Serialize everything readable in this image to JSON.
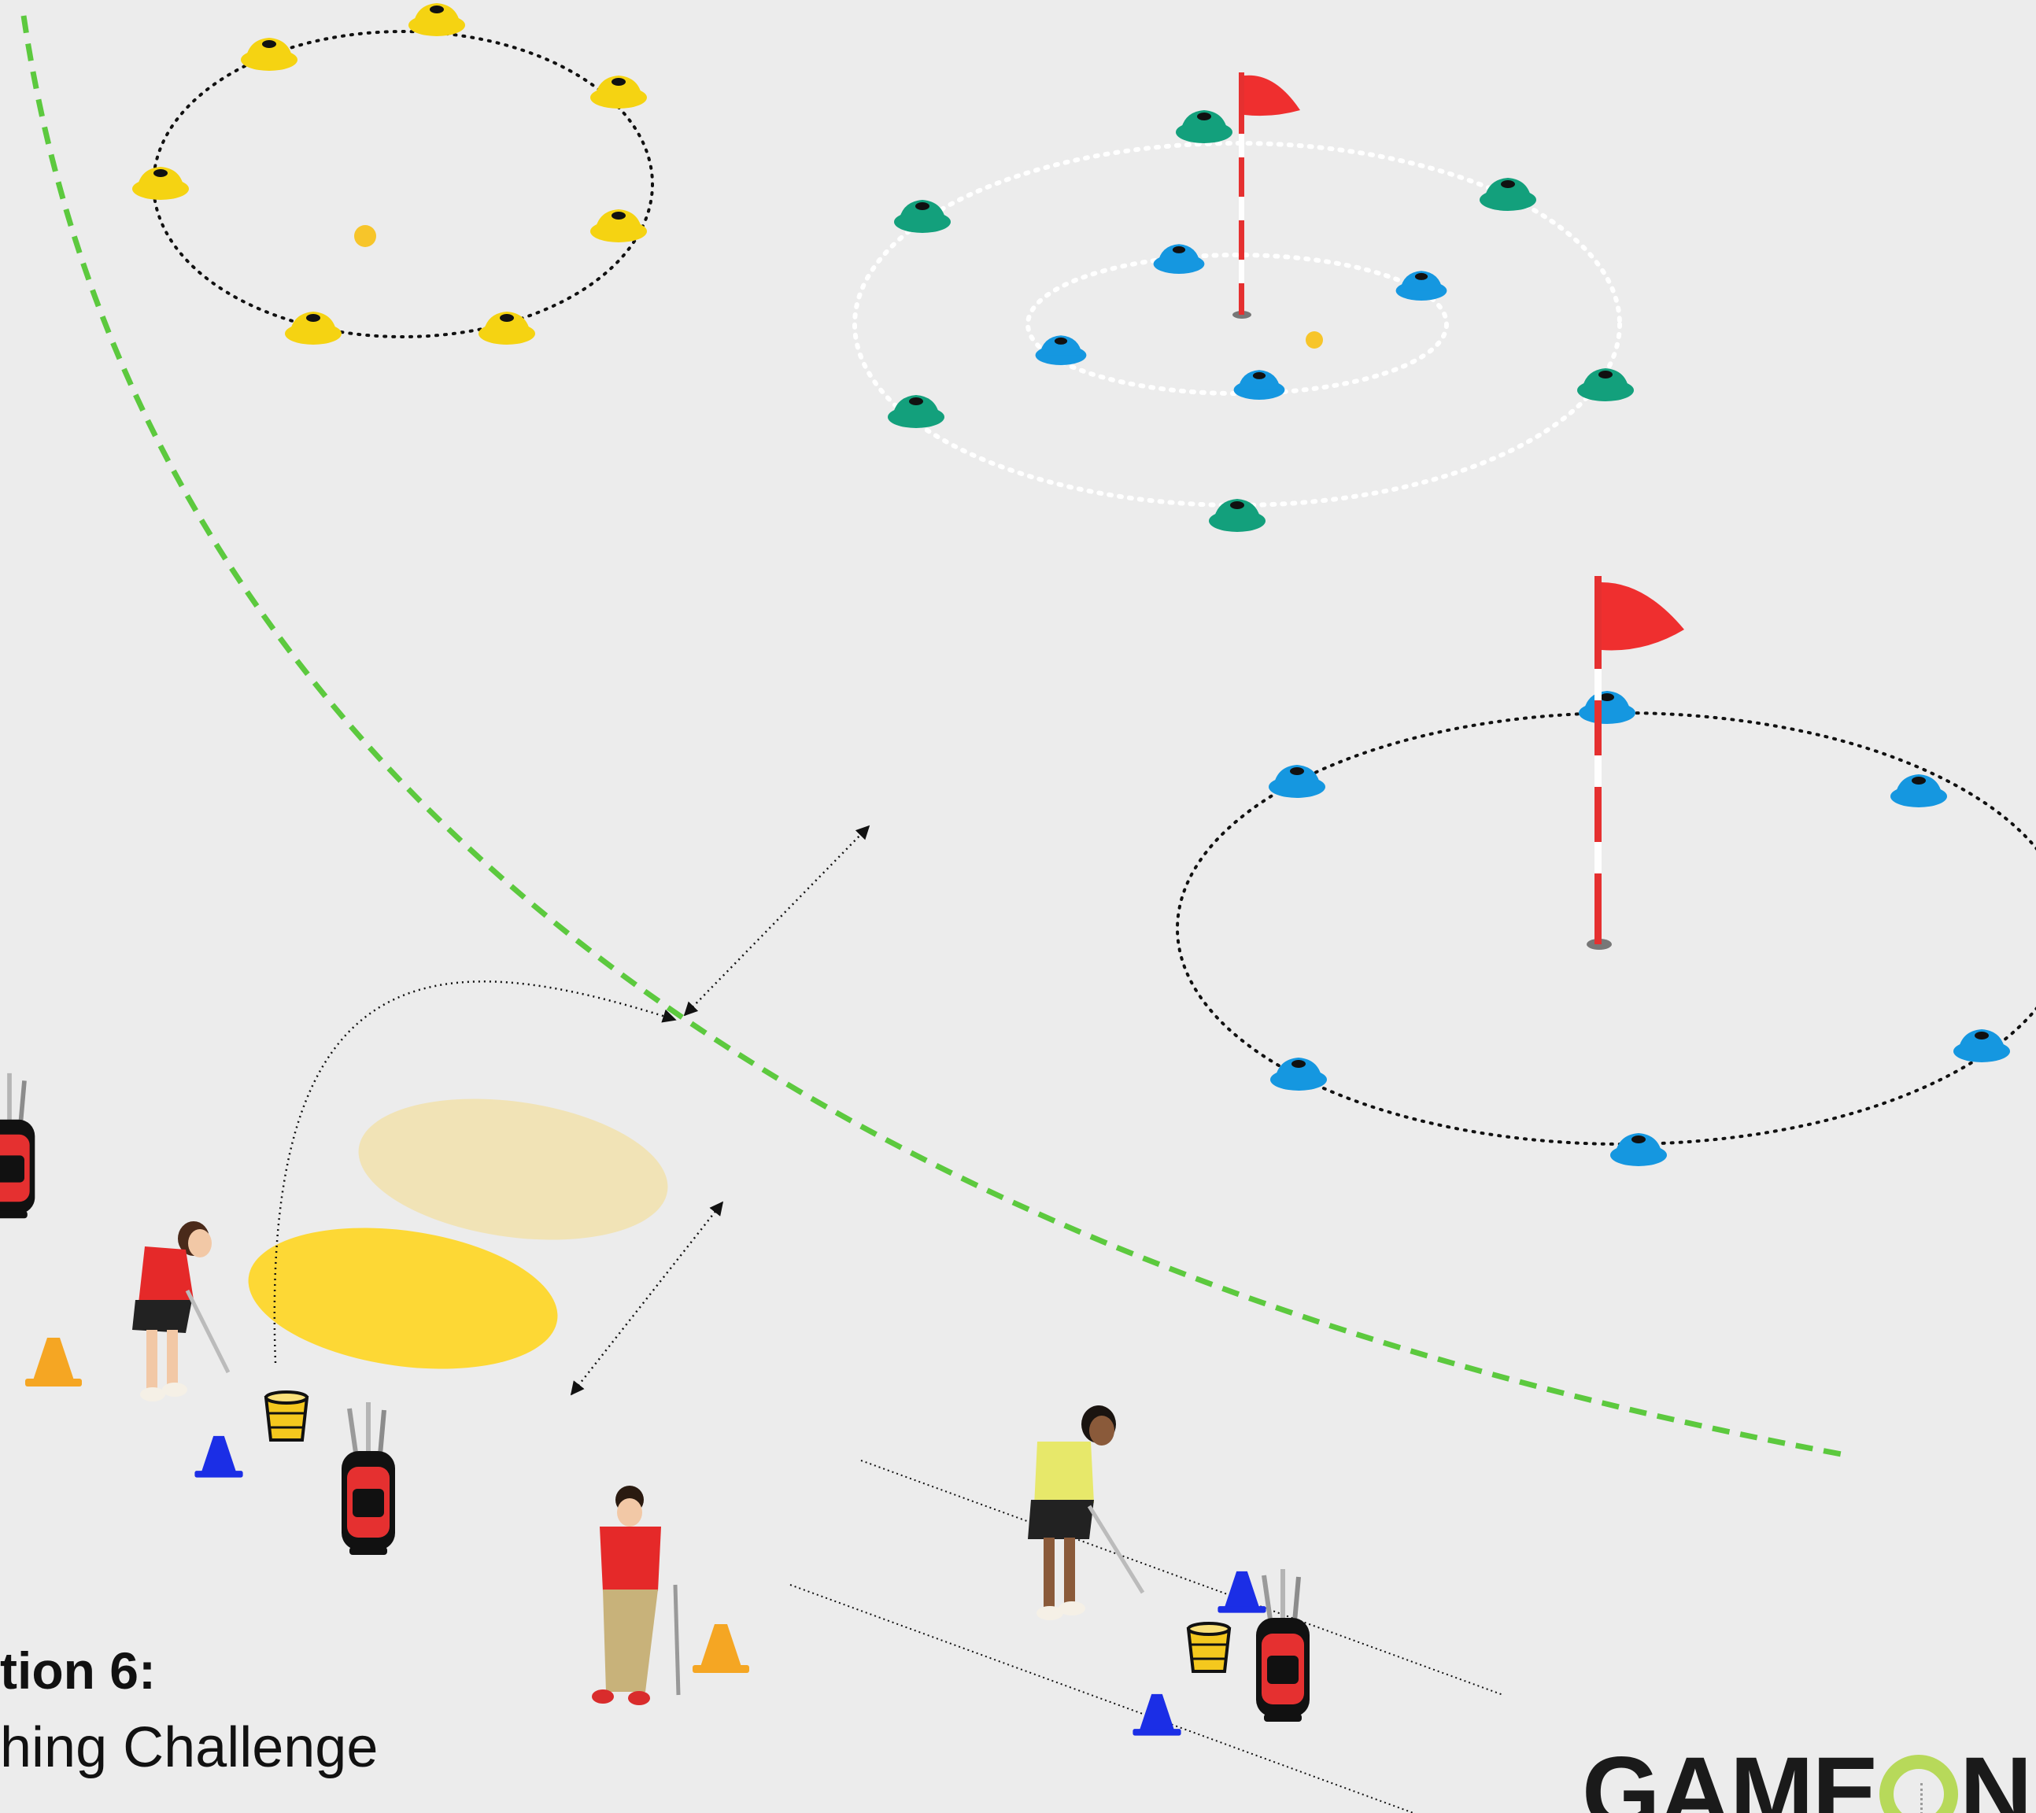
{
  "station": {
    "title": "tion 6:",
    "subtitle": "hing Challenge"
  },
  "brand": {
    "text_before": "GAME",
    "text_after": "N",
    "ball_icon": "golf-ball-o-icon"
  },
  "colors": {
    "background": "#ececec",
    "boundary_line": "#5cc93e",
    "yellow_cone": "#f5d312",
    "green_cone": "#13a07c",
    "blue_cone": "#1597e0",
    "flag": "#ef2f2f",
    "landing_zone_near": "#fdd835",
    "landing_zone_far": "#f1e3b6",
    "ball": "#f7c52a"
  },
  "icons": {
    "flag": "flag-icon",
    "disc_cone": "disc-cone-icon",
    "traffic_cone": "traffic-cone-icon",
    "golf_bag": "golf-bag-icon",
    "ball_bucket": "ball-bucket-icon",
    "golfer": "golfer-icon"
  }
}
